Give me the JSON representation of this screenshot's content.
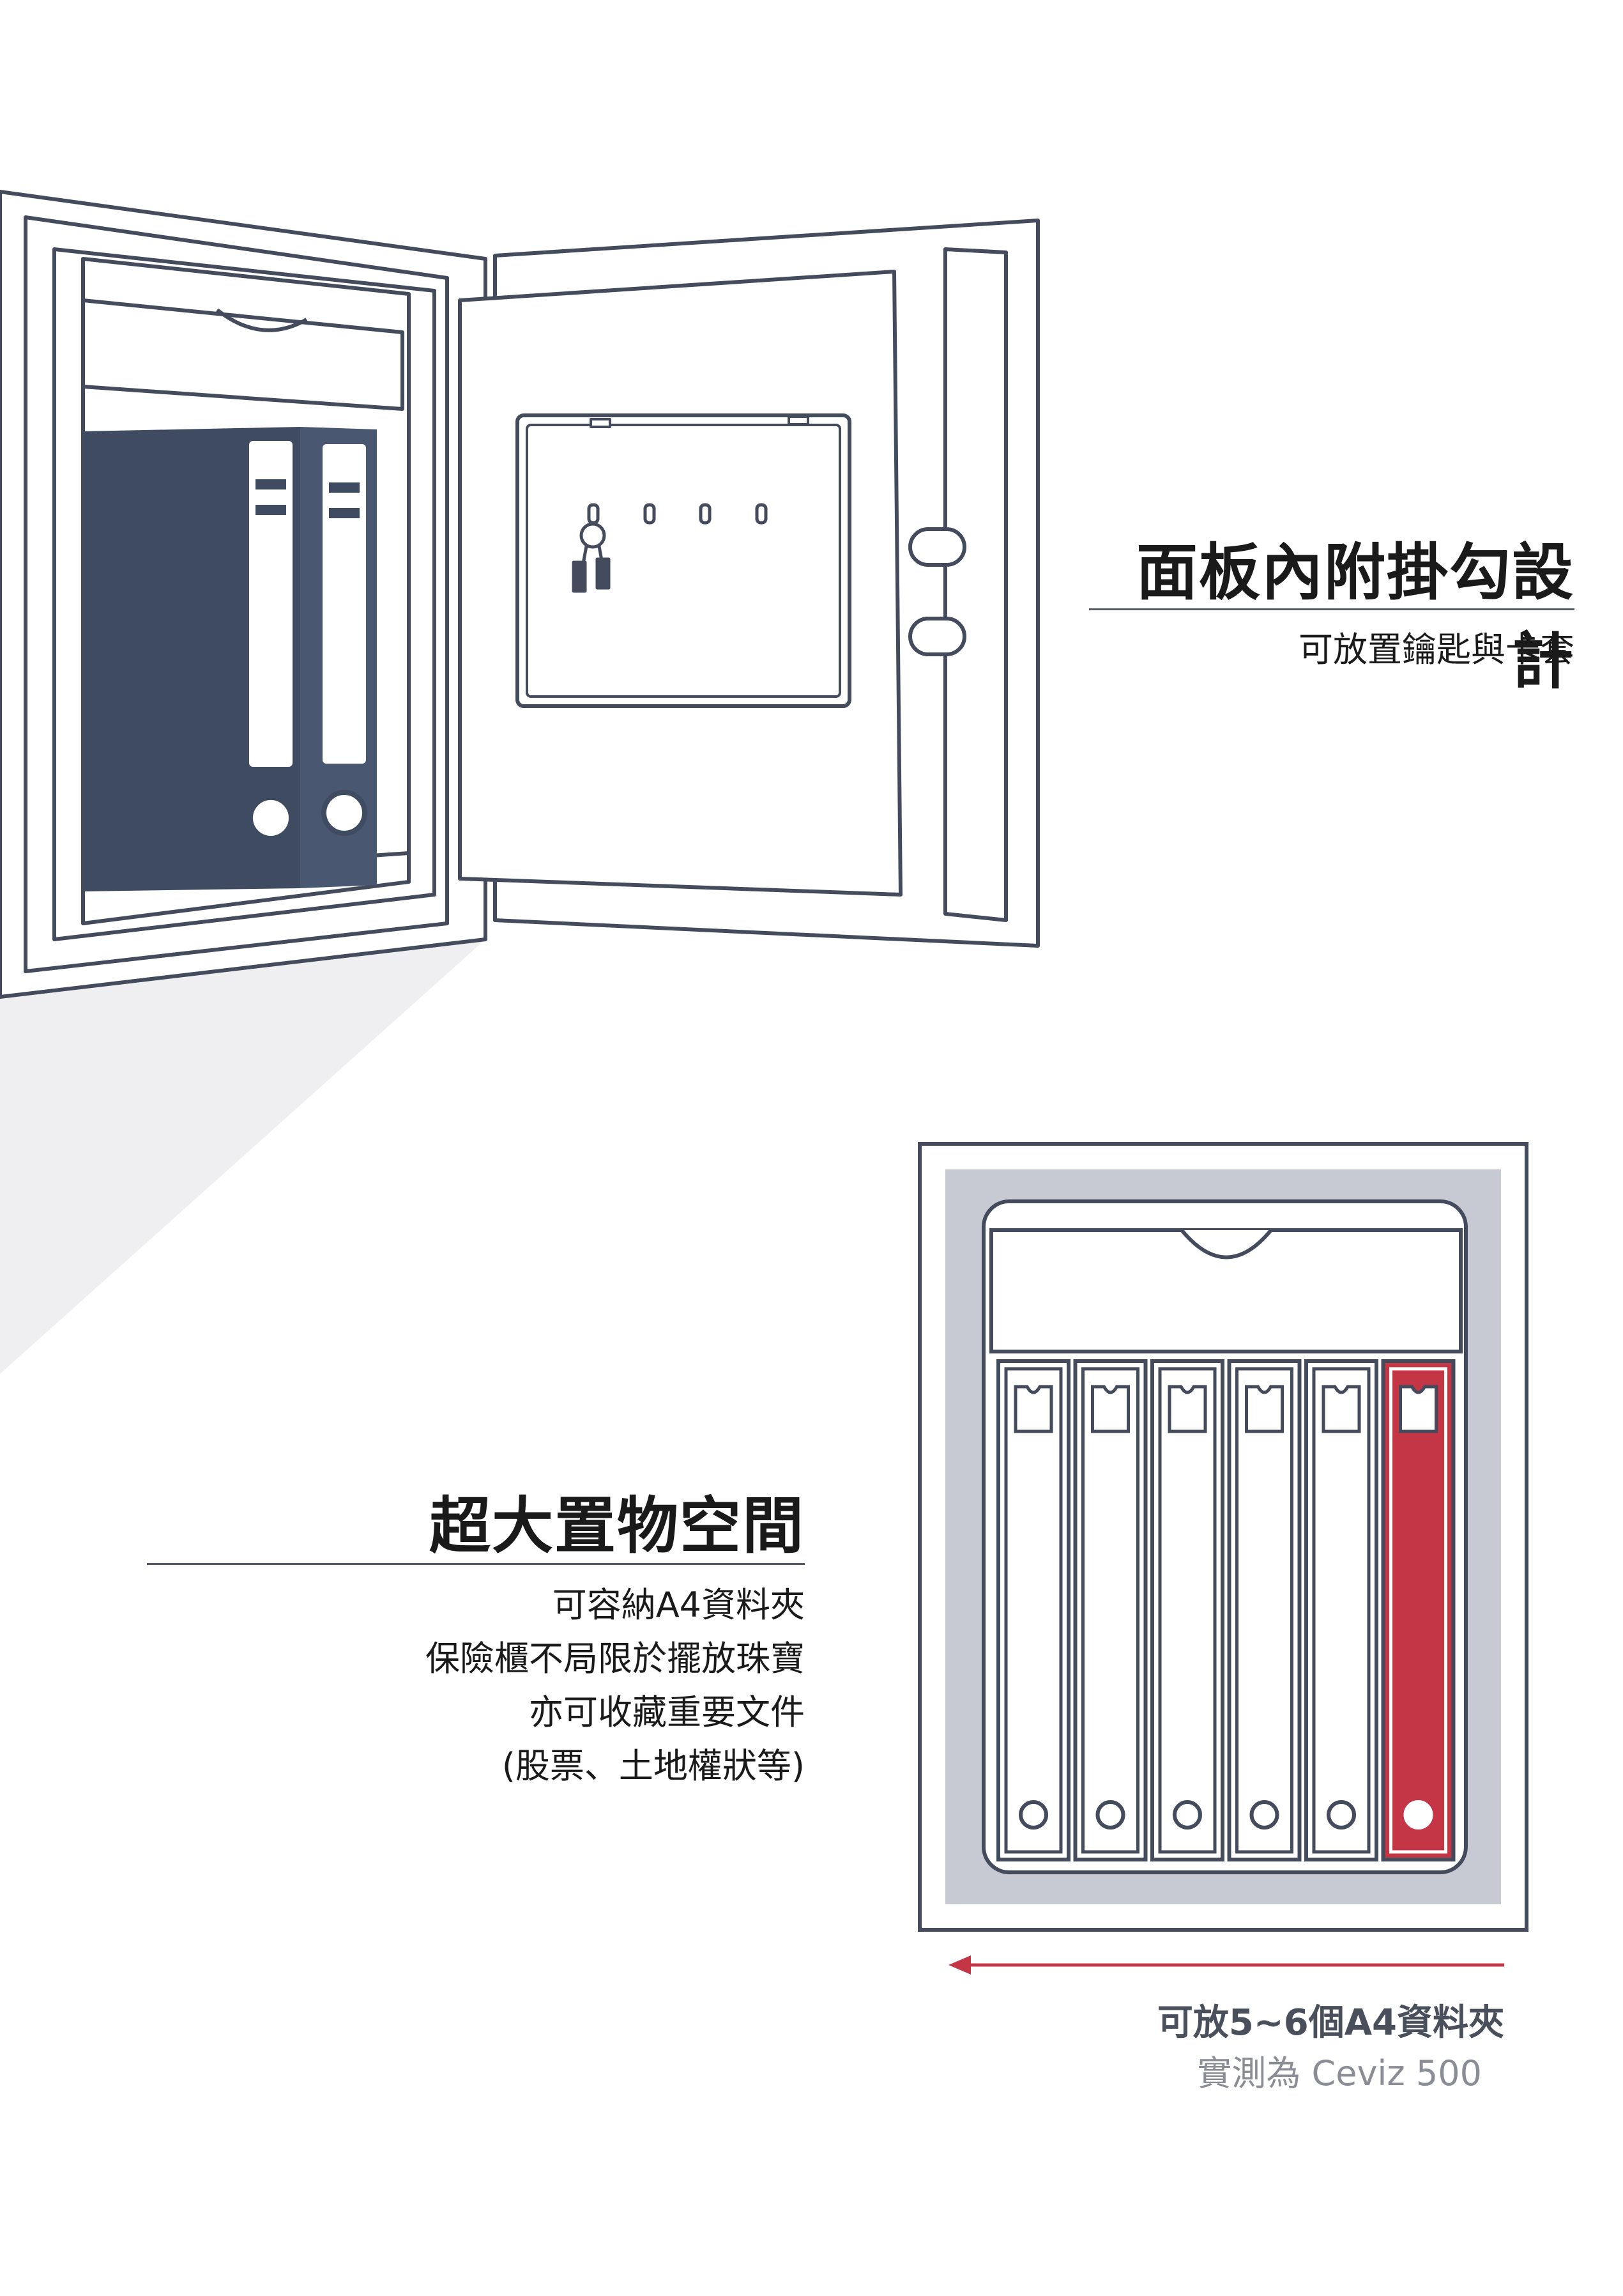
{
  "section_panel": {
    "title": "面板內附掛勾設計",
    "subtitle": "可放置鑰匙與卡套"
  },
  "section_space": {
    "title": "超大置物空間",
    "lines": [
      "可容納A4資料夾",
      "保險櫃不局限於擺放珠寶",
      "亦可收藏重要文件",
      "(股票、土地權狀等)"
    ]
  },
  "capacity": {
    "line1": "可放5~6個A4資料夾",
    "line2": "實測為 Ceviz 500",
    "binder_count": 6,
    "highlighted_index": 5
  },
  "colors": {
    "outline": "#444b5c",
    "binder_navy": "#3f4b60",
    "highlight_red": "#c43545",
    "panel_gray": "#c7cad2",
    "shadow": "#eeeef0"
  }
}
